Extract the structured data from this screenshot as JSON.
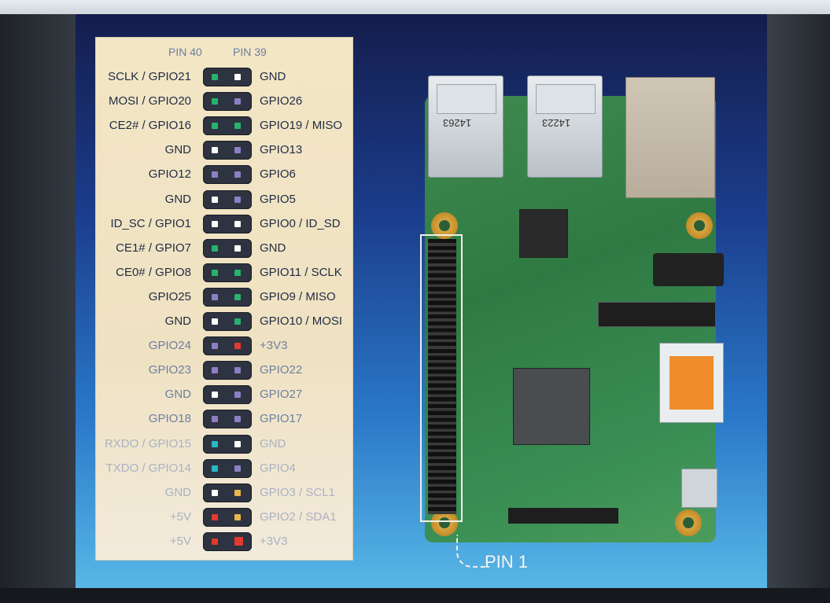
{
  "header": {
    "left": "PIN 40",
    "right": "PIN 39"
  },
  "rows": [
    {
      "l": "SCLK / GPIO21",
      "r": "GND",
      "lc": "#27b36d",
      "rc": "#ffffff"
    },
    {
      "l": "MOSI / GPIO20",
      "r": "GPIO26",
      "lc": "#27b36d",
      "rc": "#8d7fc4"
    },
    {
      "l": "CE2# / GPIO16",
      "r": "GPIO19 / MISO",
      "lc": "#27b36d",
      "rc": "#27b36d"
    },
    {
      "l": "GND",
      "r": "GPIO13",
      "lc": "#ffffff",
      "rc": "#8d7fc4"
    },
    {
      "l": "GPIO12",
      "r": "GPIO6",
      "lc": "#8d7fc4",
      "rc": "#8d7fc4"
    },
    {
      "l": "GND",
      "r": "GPIO5",
      "lc": "#ffffff",
      "rc": "#8d7fc4"
    },
    {
      "l": "ID_SC / GPIO1",
      "r": "GPIO0 / ID_SD",
      "lc": "#ffffff",
      "rc": "#ffffff"
    },
    {
      "l": "CE1# / GPIO7",
      "r": "GND",
      "lc": "#27b36d",
      "rc": "#ffffff"
    },
    {
      "l": "CE0# / GPIO8",
      "r": "GPIO11 / SCLK",
      "lc": "#27b36d",
      "rc": "#27b36d"
    },
    {
      "l": "GPIO25",
      "r": "GPIO9 / MISO",
      "lc": "#8d7fc4",
      "rc": "#27b36d"
    },
    {
      "l": "GND",
      "r": "GPIO10 / MOSI",
      "lc": "#ffffff",
      "rc": "#27b36d"
    },
    {
      "l": "GPIO24",
      "r": "+3V3",
      "lc": "#8d7fc4",
      "rc": "#e23b2e"
    },
    {
      "l": "GPIO23",
      "r": "GPIO22",
      "lc": "#8d7fc4",
      "rc": "#8d7fc4"
    },
    {
      "l": "GND",
      "r": "GPIO27",
      "lc": "#ffffff",
      "rc": "#8d7fc4"
    },
    {
      "l": "GPIO18",
      "r": "GPIO17",
      "lc": "#8d7fc4",
      "rc": "#8d7fc4"
    },
    {
      "l": "RXDO / GPIO15",
      "r": "GND",
      "lc": "#2bb7c7",
      "rc": "#ffffff"
    },
    {
      "l": "TXDO / GPIO14",
      "r": "GPIO4",
      "lc": "#2bb7c7",
      "rc": "#8d7fc4"
    },
    {
      "l": "GND",
      "r": "GPIO3 / SCL1",
      "lc": "#ffffff",
      "rc": "#e8b64a"
    },
    {
      "l": "+5V",
      "r": "GPIO2 / SDA1",
      "lc": "#e23b2e",
      "rc": "#e8b64a"
    },
    {
      "l": "+5V",
      "r": "+3V3",
      "lc": "#e23b2e",
      "rc": "#e23b2e"
    }
  ],
  "colors": {
    "label_dark": "#1f2b45",
    "label_mid": "#6e7fa0",
    "label_fade": "#a8b2c4"
  },
  "board": {
    "usb1_text": "14263",
    "usb2_text": "14223",
    "pin1_label": "PIN 1"
  }
}
